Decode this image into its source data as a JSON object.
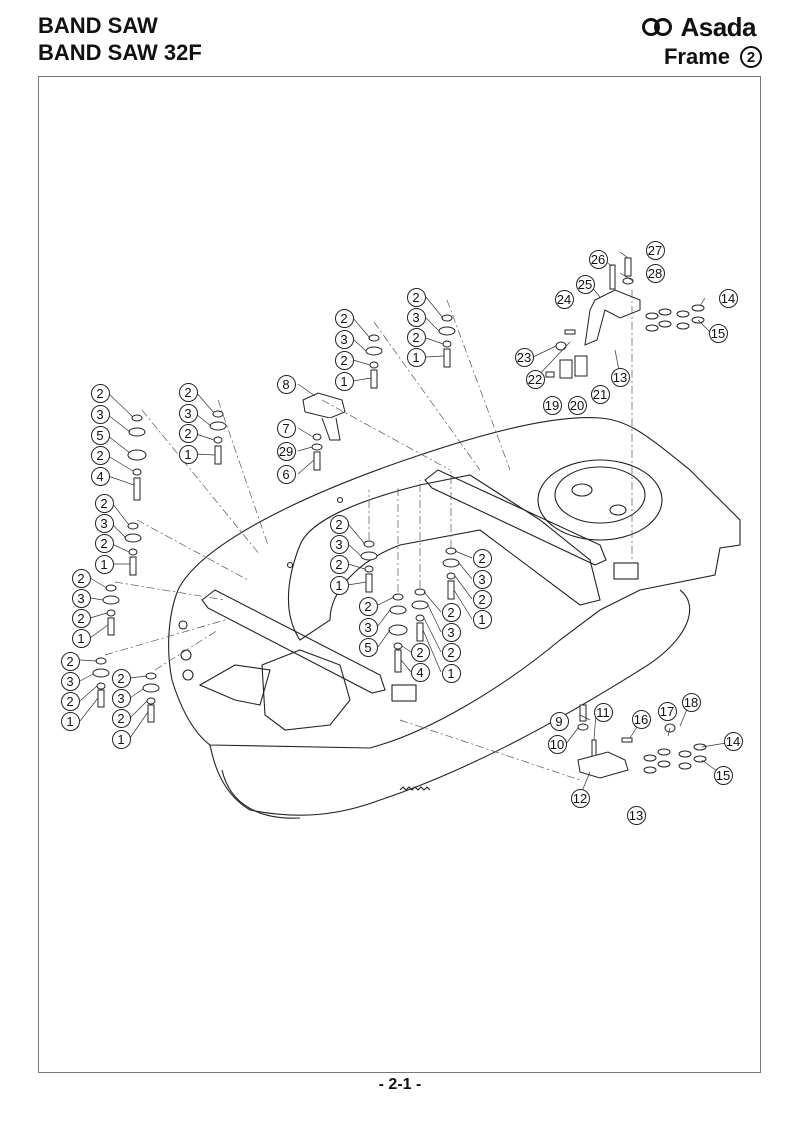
{
  "header": {
    "title_line1": "BAND SAW",
    "title_line2": "BAND SAW 32F",
    "brand": "Asada",
    "brand_icon": "interlocking-rings-logo",
    "section_name": "Frame",
    "section_number": "2"
  },
  "footer": {
    "page_label": "- 2-1 -"
  },
  "callouts": [
    {
      "id": "c-tl-2a",
      "label": "2"
    },
    {
      "id": "c-tl-3",
      "label": "3"
    },
    {
      "id": "c-tl-5",
      "label": "5"
    },
    {
      "id": "c-tl-2b",
      "label": "2"
    },
    {
      "id": "c-tl-4",
      "label": "4"
    },
    {
      "id": "c-tm-2a",
      "label": "2"
    },
    {
      "id": "c-tm-3",
      "label": "3"
    },
    {
      "id": "c-tm-2b",
      "label": "2"
    },
    {
      "id": "c-tm-1",
      "label": "1"
    },
    {
      "id": "c-l2-2a",
      "label": "2"
    },
    {
      "id": "c-l2-3",
      "label": "3"
    },
    {
      "id": "c-l2-2b",
      "label": "2"
    },
    {
      "id": "c-l2-1",
      "label": "1"
    },
    {
      "id": "c-l3-2a",
      "label": "2"
    },
    {
      "id": "c-l3-3",
      "label": "3"
    },
    {
      "id": "c-l3-2b",
      "label": "2"
    },
    {
      "id": "c-l3-1",
      "label": "1"
    },
    {
      "id": "c-l4-2a",
      "label": "2"
    },
    {
      "id": "c-l4-3",
      "label": "3"
    },
    {
      "id": "c-l4-2b",
      "label": "2"
    },
    {
      "id": "c-l4-1",
      "label": "1"
    },
    {
      "id": "c-l5-2a",
      "label": "2"
    },
    {
      "id": "c-l5-3",
      "label": "3"
    },
    {
      "id": "c-l5-2b",
      "label": "2"
    },
    {
      "id": "c-l5-1",
      "label": "1"
    },
    {
      "id": "c-8",
      "label": "8"
    },
    {
      "id": "c-7",
      "label": "7"
    },
    {
      "id": "c-29",
      "label": "29"
    },
    {
      "id": "c-6",
      "label": "6"
    },
    {
      "id": "c-m1-2a",
      "label": "2"
    },
    {
      "id": "c-m1-3",
      "label": "3"
    },
    {
      "id": "c-m1-2b",
      "label": "2"
    },
    {
      "id": "c-m1-1",
      "label": "1"
    },
    {
      "id": "c-m2-2a",
      "label": "2"
    },
    {
      "id": "c-m2-3",
      "label": "3"
    },
    {
      "id": "c-m2-2b",
      "label": "2"
    },
    {
      "id": "c-m2-1",
      "label": "1"
    },
    {
      "id": "c-c1-2a",
      "label": "2"
    },
    {
      "id": "c-c1-3",
      "label": "3"
    },
    {
      "id": "c-c1-2b",
      "label": "2"
    },
    {
      "id": "c-c1-1",
      "label": "1"
    },
    {
      "id": "c-c2-2a",
      "label": "2"
    },
    {
      "id": "c-c2-3",
      "label": "3"
    },
    {
      "id": "c-c2-5",
      "label": "5"
    },
    {
      "id": "c-c2-2b",
      "label": "2"
    },
    {
      "id": "c-c2-4",
      "label": "4"
    },
    {
      "id": "c-c3-2a",
      "label": "2"
    },
    {
      "id": "c-c3-3",
      "label": "3"
    },
    {
      "id": "c-c3-2b",
      "label": "2"
    },
    {
      "id": "c-c3-1",
      "label": "1"
    },
    {
      "id": "c-c4-2a",
      "label": "2"
    },
    {
      "id": "c-c4-3",
      "label": "3"
    },
    {
      "id": "c-c4-2b",
      "label": "2"
    },
    {
      "id": "c-c4-1",
      "label": "1"
    },
    {
      "id": "c-26",
      "label": "26"
    },
    {
      "id": "c-27",
      "label": "27"
    },
    {
      "id": "c-28",
      "label": "28"
    },
    {
      "id": "c-25",
      "label": "25"
    },
    {
      "id": "c-24",
      "label": "24"
    },
    {
      "id": "c-14a",
      "label": "14"
    },
    {
      "id": "c-15a",
      "label": "15"
    },
    {
      "id": "c-23",
      "label": "23"
    },
    {
      "id": "c-22",
      "label": "22"
    },
    {
      "id": "c-13a",
      "label": "13"
    },
    {
      "id": "c-19",
      "label": "19"
    },
    {
      "id": "c-20",
      "label": "20"
    },
    {
      "id": "c-21",
      "label": "21"
    },
    {
      "id": "c-9",
      "label": "9"
    },
    {
      "id": "c-11",
      "label": "11"
    },
    {
      "id": "c-10",
      "label": "10"
    },
    {
      "id": "c-16",
      "label": "16"
    },
    {
      "id": "c-17",
      "label": "17"
    },
    {
      "id": "c-18",
      "label": "18"
    },
    {
      "id": "c-14b",
      "label": "14"
    },
    {
      "id": "c-15b",
      "label": "15"
    },
    {
      "id": "c-12",
      "label": "12"
    },
    {
      "id": "c-13b",
      "label": "13"
    }
  ]
}
